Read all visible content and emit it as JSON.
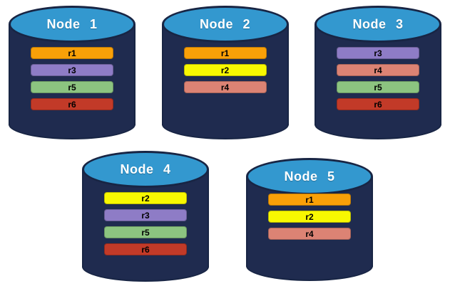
{
  "palette": {
    "background": "#ffffff",
    "cylinder_body": "#1F2B4F",
    "cylinder_outline": "#182544",
    "cap_fill": "#3398CF",
    "node_label_color": "#ffffff",
    "replica_label_color": "#000000",
    "replica_colors": {
      "r1": "#F9A008",
      "r2": "#F8F801",
      "r3": "#8E7CC6",
      "r4": "#DC8374",
      "r5": "#8CC480",
      "r6": "#C23A28"
    }
  },
  "diagram": {
    "rows": [
      {
        "name": "top",
        "nodes": [
          {
            "label": "Node 1",
            "replicas": [
              "r1",
              "r3",
              "r5",
              "r6"
            ]
          },
          {
            "label": "Node 2",
            "replicas": [
              "r1",
              "r2",
              "r4"
            ]
          },
          {
            "label": "Node 3",
            "replicas": [
              "r3",
              "r4",
              "r5",
              "r6"
            ]
          }
        ]
      },
      {
        "name": "bottom",
        "nodes": [
          {
            "label": "Node 4",
            "replicas": [
              "r2",
              "r3",
              "r5",
              "r6"
            ]
          },
          {
            "label": "Node 5",
            "replicas": [
              "r1",
              "r2",
              "r4"
            ]
          }
        ]
      }
    ]
  }
}
